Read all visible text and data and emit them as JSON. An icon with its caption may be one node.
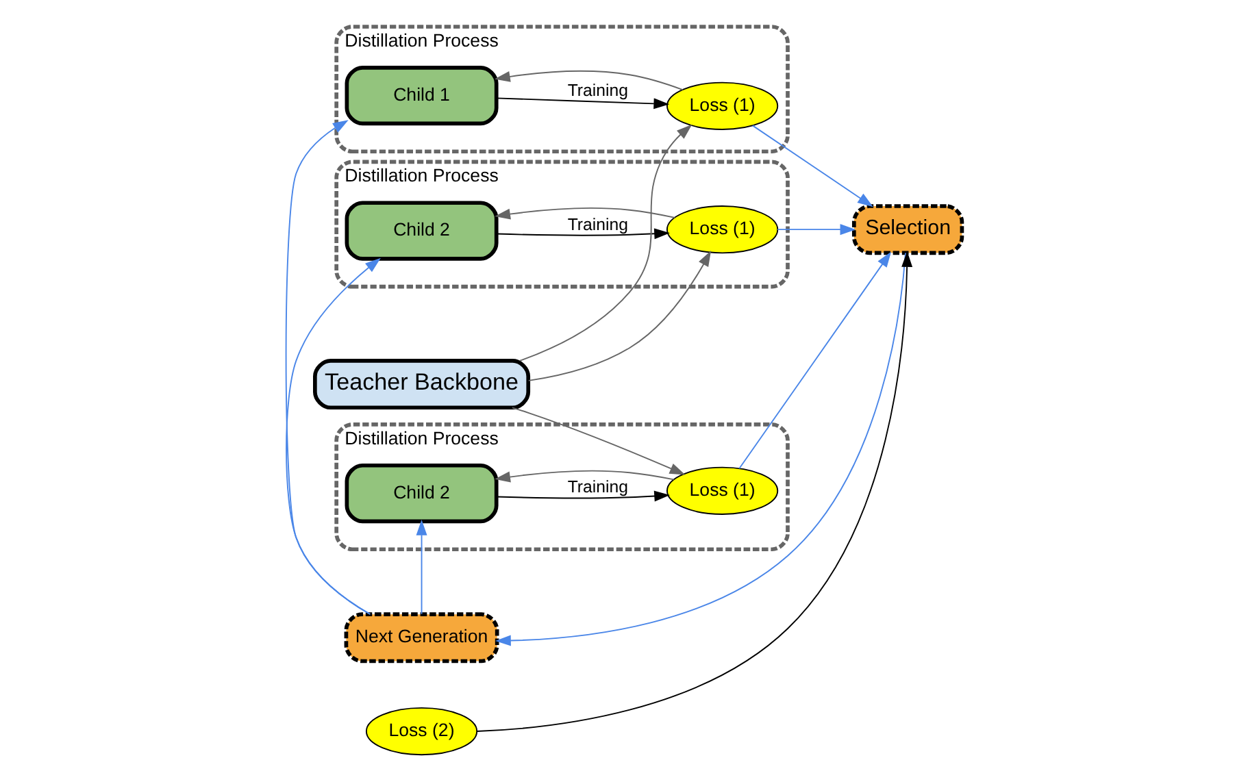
{
  "diagram": {
    "nodes": [
      {
        "text": [
          "Distillation Process"
        ]
      },
      {
        "text": [
          "Child 1"
        ],
        "in": 0
      },
      {
        "text": [
          "Loss (1)"
        ],
        "in": 0
      },
      {
        "text": [
          "Distillation Process"
        ]
      },
      {
        "text": [
          "Child 2"
        ],
        "in": 3
      },
      {
        "text": [
          "Loss (1)"
        ],
        "in": 3
      },
      {
        "text": [
          "Distillation Process"
        ]
      },
      {
        "text": [
          "Child 2"
        ],
        "in": 6
      },
      {
        "text": [
          "Loss (1)"
        ],
        "in": 6
      },
      {
        "text": [
          "Teacher Backbone"
        ]
      },
      {
        "text": [
          "Next Generation"
        ]
      },
      {
        "text": [
          "Selection"
        ]
      },
      {
        "text": [
          "Loss (2)"
        ]
      }
    ],
    "edges": [
      {
        "from": 1,
        "to": 2,
        "arrow": "to",
        "label": "Training",
        "color": "#000000"
      },
      {
        "from": 2,
        "to": 1,
        "arrow": "to",
        "color": "#666666"
      },
      {
        "from": 4,
        "to": 5,
        "arrow": "to",
        "label": "Training",
        "color": "#000000"
      },
      {
        "from": 5,
        "to": 4,
        "arrow": "to",
        "color": "#666666"
      },
      {
        "from": 7,
        "to": 8,
        "arrow": "to",
        "label": "Training",
        "color": "#000000"
      },
      {
        "from": 8,
        "to": 7,
        "arrow": "to",
        "color": "#666666"
      },
      {
        "from": 9,
        "to": 2,
        "arrow": "to",
        "color": "#666666"
      },
      {
        "from": 9,
        "to": 5,
        "arrow": "to",
        "color": "#666666"
      },
      {
        "from": 9,
        "to": 8,
        "arrow": "to",
        "color": "#666666"
      },
      {
        "from": 10,
        "to": 1,
        "arrow": "to",
        "color": "#4a86e8"
      },
      {
        "from": 10,
        "to": 4,
        "arrow": "to",
        "color": "#4a86e8"
      },
      {
        "from": 10,
        "to": 7,
        "arrow": "to",
        "color": "#4a86e8"
      },
      {
        "from": 2,
        "to": 11,
        "arrow": "to",
        "color": "#4a86e8"
      },
      {
        "from": 5,
        "to": 11,
        "arrow": "to",
        "color": "#4a86e8"
      },
      {
        "from": 8,
        "to": 11,
        "arrow": "to",
        "color": "#4a86e8"
      },
      {
        "from": 12,
        "to": 11,
        "arrow": "to",
        "color": "#000000"
      },
      {
        "from": 11,
        "to": 10,
        "arrow": "to",
        "color": "#4a86e8"
      }
    ]
  }
}
